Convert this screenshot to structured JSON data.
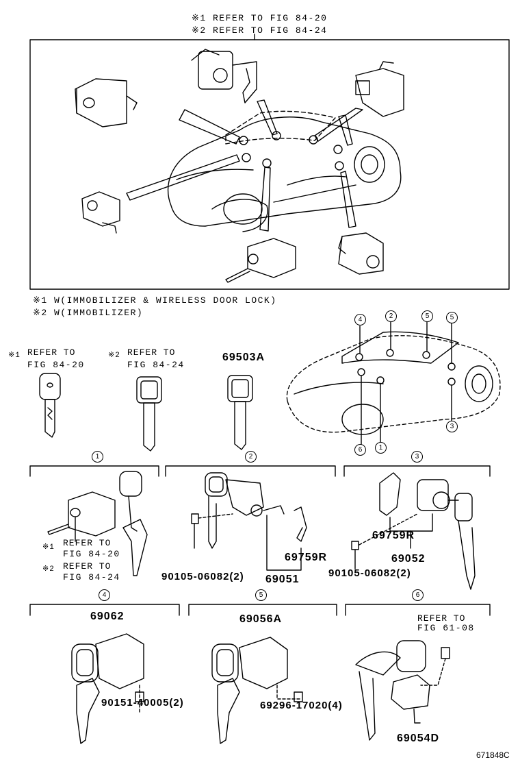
{
  "header": {
    "ref1": "※1 REFER TO FIG 84-20",
    "ref2": "※2 REFER TO FIG 84-24"
  },
  "notes": {
    "n1": "※1  W(IMMOBILIZER & WIRELESS DOOR LOCK)",
    "n2": "※2  W(IMMOBILIZER)"
  },
  "keys": {
    "k1_mark": "※1",
    "k1_line1": "REFER TO",
    "k1_line2": "FIG 84-20",
    "k2_mark": "※2",
    "k2_line1": "REFER TO",
    "k2_line2": "FIG 84-24",
    "k3_part": "69503A"
  },
  "callouts": [
    "1",
    "2",
    "3",
    "4",
    "5",
    "6"
  ],
  "group1": {
    "num": "1",
    "m1": "※1",
    "r1a": "REFER TO",
    "r1b": "FIG 84-20",
    "m2": "※2",
    "r2a": "REFER TO",
    "r2b": "FIG 84-24"
  },
  "group2": {
    "num": "2",
    "p1": "69759R",
    "p2": "90105-06082(2)",
    "p3": "69051"
  },
  "group3": {
    "num": "3",
    "p1": "69759R",
    "p2": "69052",
    "p3": "90105-06082(2)"
  },
  "group4": {
    "num": "4",
    "p1": "69062",
    "p2": "90151-40005(2)"
  },
  "group5": {
    "num": "5",
    "p1": "69056A",
    "p2": "69296-17020(4)"
  },
  "group6": {
    "num": "6",
    "r1": "REFER TO",
    "r2": "FIG 61-08",
    "p1": "69054D"
  },
  "footer": {
    "code": "671848C"
  }
}
